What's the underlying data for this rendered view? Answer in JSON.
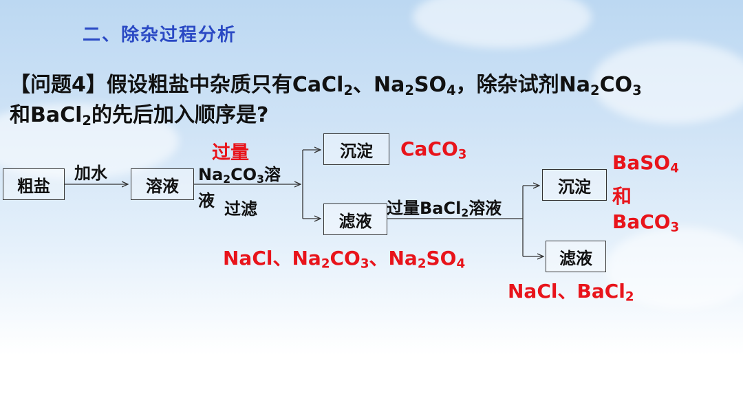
{
  "slide": {
    "section_title": "二、除杂过程分析",
    "question": {
      "line1_part1": "【问题4】假设粗盐中杂质只有CaCl",
      "line1_sub1": "2",
      "line1_part2": "、Na",
      "line1_sub2": "2",
      "line1_part3": "SO",
      "line1_sub3": "4",
      "line1_part4": "，除杂试剂Na",
      "line1_sub4": "2",
      "line1_part5": "CO",
      "line1_sub5": "3",
      "line2_part1": "和BaCl",
      "line2_sub1": "2",
      "line2_part2": "的先后加入顺序是?"
    }
  },
  "diagram": {
    "boxes": {
      "crude_salt": "粗盐",
      "solution": "溶液",
      "precipitate1": "沉淀",
      "filtrate1": "滤液",
      "precipitate2": "沉淀",
      "filtrate2": "滤液"
    },
    "labels": {
      "add_water": "加水",
      "excess1": "过量",
      "na2co3_a": "Na",
      "na2co3_sub2": "2",
      "na2co3_b": "CO",
      "na2co3_sub3": "3",
      "na2co3_c": "溶",
      "na2co3_d": "液",
      "filter": "过滤",
      "bacl2_a": "过量BaCl",
      "bacl2_sub": "2",
      "bacl2_b": "溶液"
    },
    "products": {
      "caco3_a": "CaCO",
      "caco3_sub": "3",
      "filtrate1_a": "NaCl、Na",
      "filtrate1_sub1": "2",
      "filtrate1_b": "CO",
      "filtrate1_sub2": "3",
      "filtrate1_c": "、Na",
      "filtrate1_sub3": "2",
      "filtrate1_d": "SO",
      "filtrate1_sub4": "4",
      "baso4_a": "BaSO",
      "baso4_sub": "4",
      "and": "和",
      "baco3_a": "BaCO",
      "baco3_sub": "3",
      "filtrate2_a": "NaCl、BaCl",
      "filtrate2_sub": "2"
    },
    "colors": {
      "title": "#2a49c4",
      "product": "#e8141b",
      "text": "#111111"
    }
  }
}
